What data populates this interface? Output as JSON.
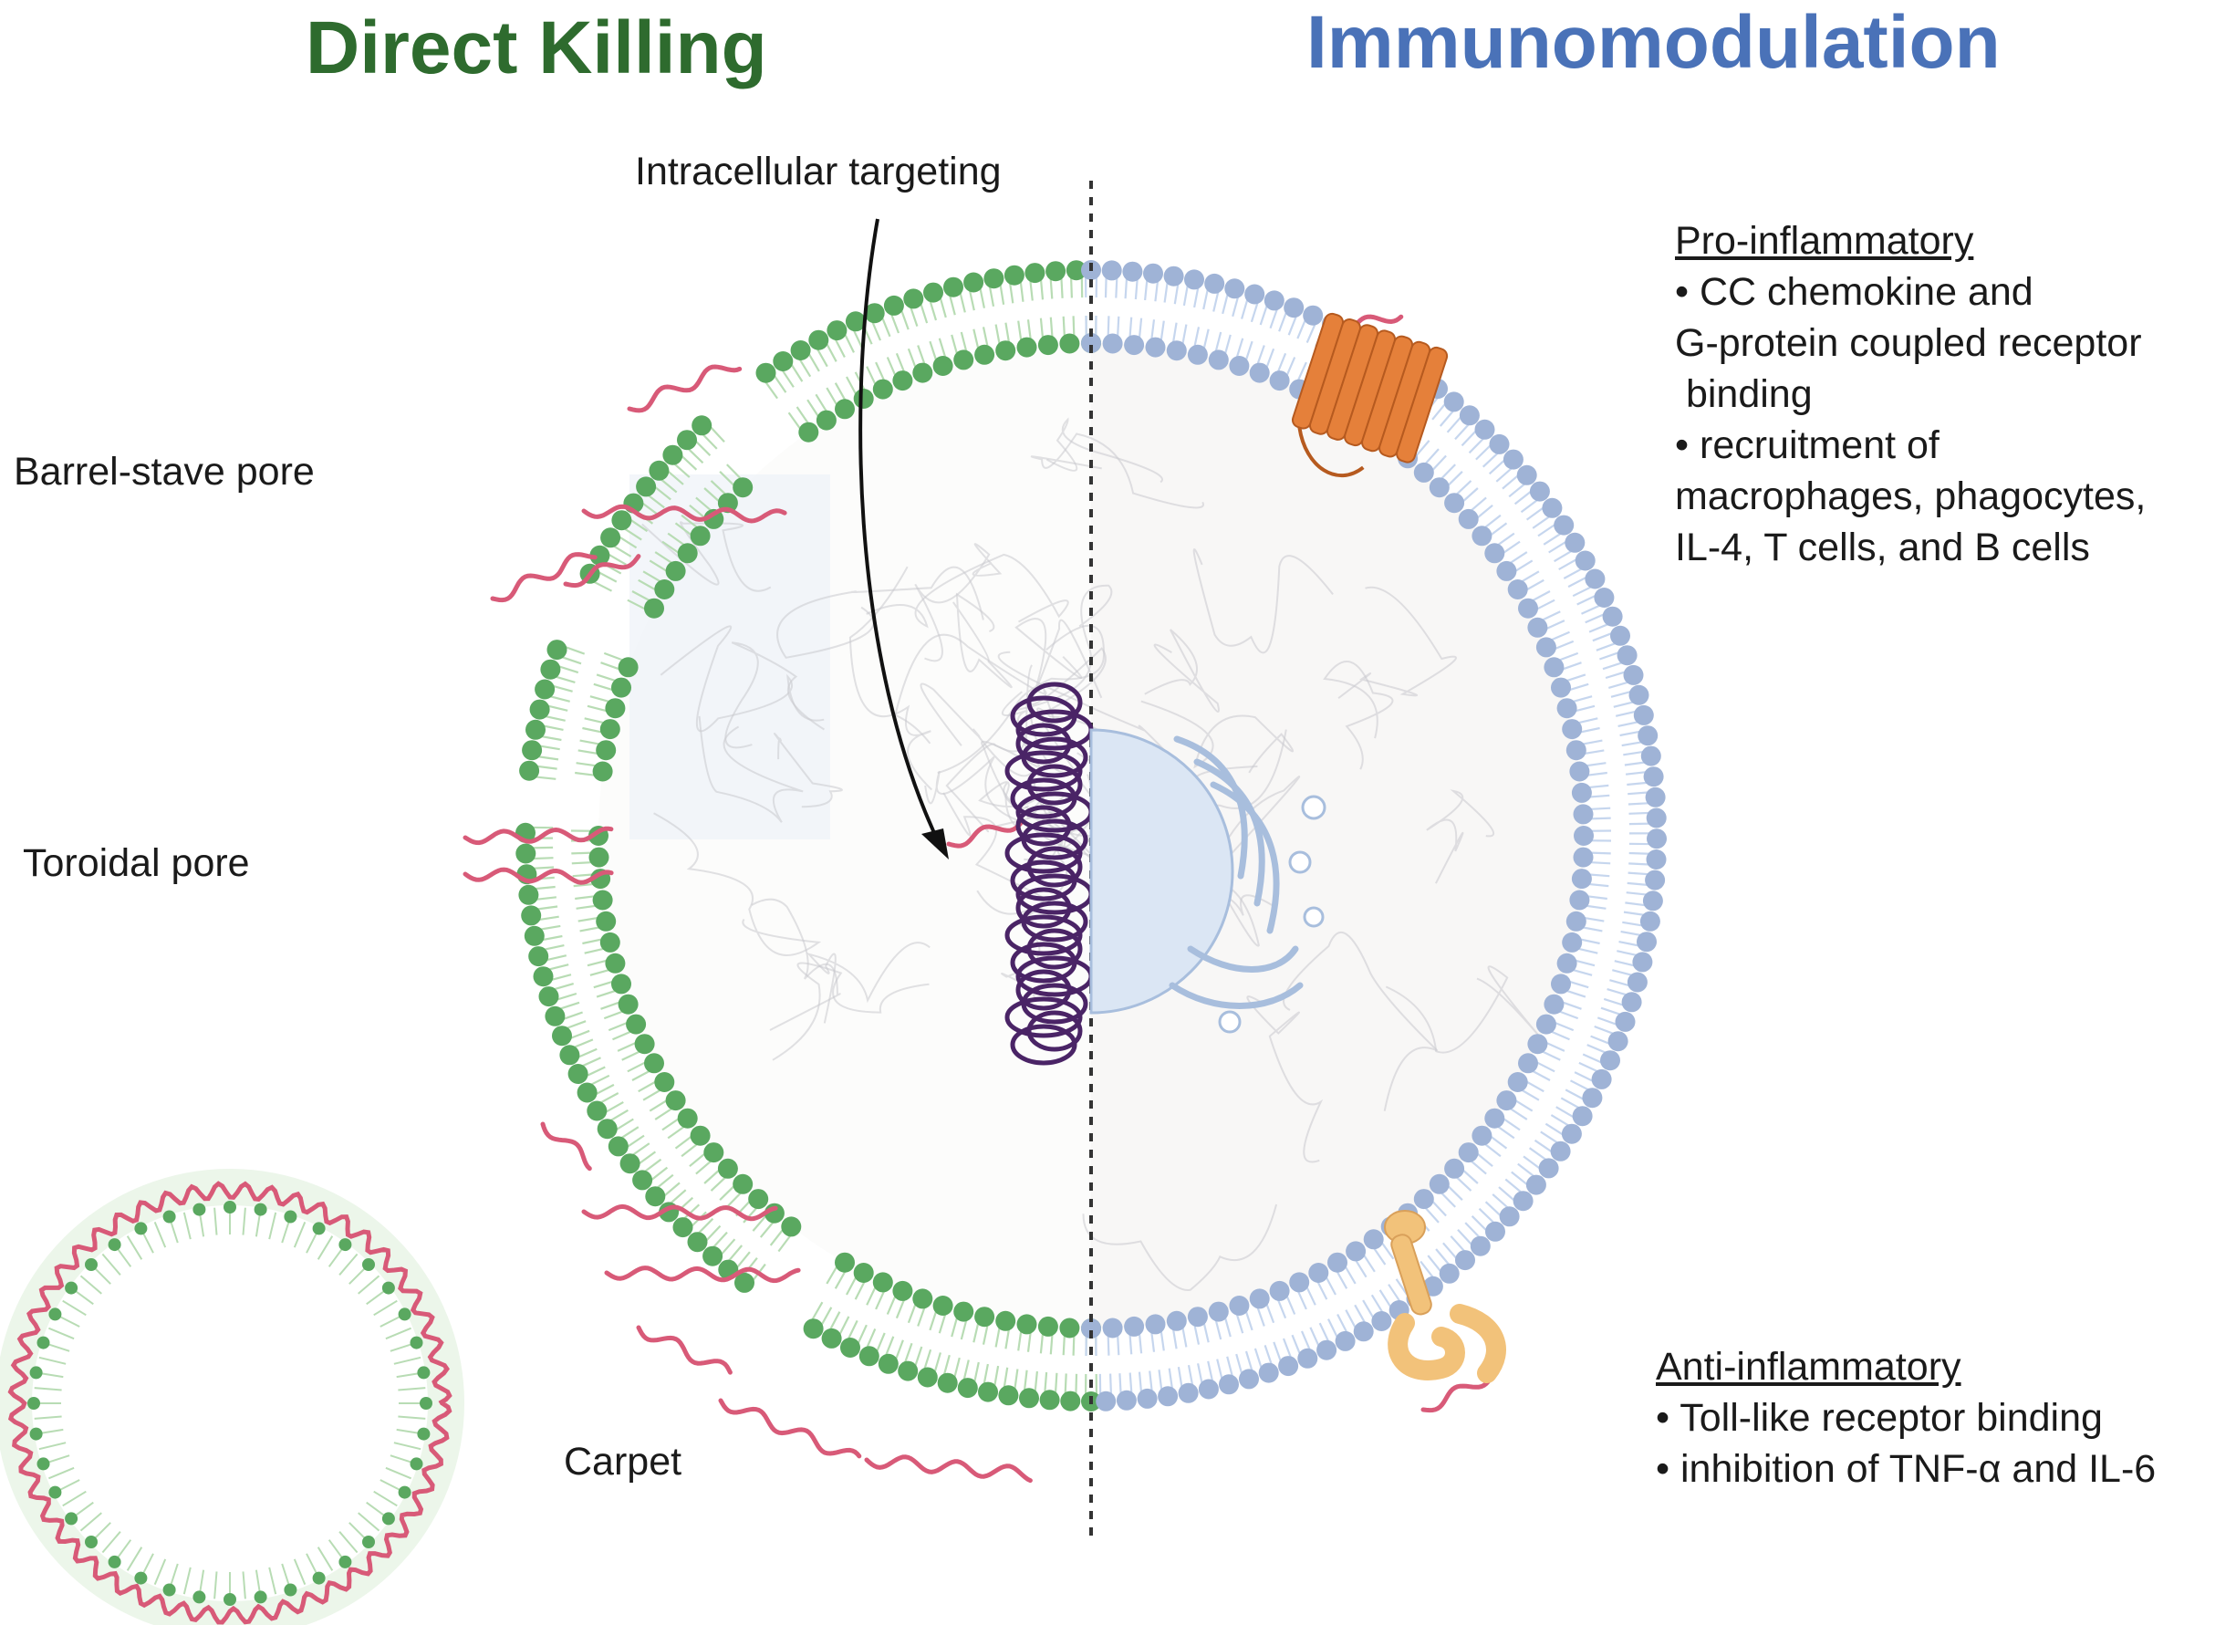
{
  "titles": {
    "left": "Direct Killing",
    "right": "Immunomodulation"
  },
  "mechanisms": {
    "intracellular": "Intracellular targeting",
    "barrel_stave": "Barrel-stave pore",
    "toroidal": "Toroidal pore",
    "carpet": "Carpet"
  },
  "pro_inflammatory": {
    "heading": "Pro-inflammatory",
    "lines": [
      "• CC chemokine and",
      "G-protein coupled receptor",
      " binding",
      "• recruitment of",
      "macrophages, phagocytes,",
      "IL-4, T cells, and B cells"
    ]
  },
  "anti_inflammatory": {
    "heading": "Anti-inflammatory",
    "lines": [
      "• Toll-like receptor binding",
      "• inhibition of TNF-α and IL-6"
    ]
  },
  "colors": {
    "title_left": "#2e6b2e",
    "title_right": "#4a72b8",
    "green_head": "#5aa860",
    "green_tail": "#b8dcb4",
    "blue_head": "#9fb3d6",
    "blue_tail": "#c6d6ee",
    "peptide": "#d85a78",
    "dna": "#4a2466",
    "gpcr": "#e5803a",
    "tlr": "#f2c27a",
    "nucleus": "#dbe6f4"
  }
}
